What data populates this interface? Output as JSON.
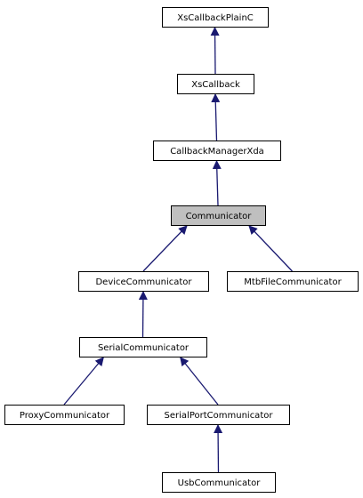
{
  "diagram": {
    "type": "inheritance-graph",
    "colors": {
      "edge": "#191970",
      "node_fill": "#ffffff",
      "node_fill_highlight": "#bfbfbf",
      "node_border": "#000000",
      "text": "#000000"
    },
    "nodes": [
      {
        "id": "xscallbackplainc",
        "label": "XsCallbackPlainC",
        "highlight": false
      },
      {
        "id": "xscallback",
        "label": "XsCallback",
        "highlight": false
      },
      {
        "id": "callbackmanagerxda",
        "label": "CallbackManagerXda",
        "highlight": false
      },
      {
        "id": "communicator",
        "label": "Communicator",
        "highlight": true
      },
      {
        "id": "devicecommunicator",
        "label": "DeviceCommunicator",
        "highlight": false
      },
      {
        "id": "mtbfilecommunicator",
        "label": "MtbFileCommunicator",
        "highlight": false
      },
      {
        "id": "serialcommunicator",
        "label": "SerialCommunicator",
        "highlight": false
      },
      {
        "id": "proxycommunicator",
        "label": "ProxyCommunicator",
        "highlight": false
      },
      {
        "id": "serialportcommunicator",
        "label": "SerialPortCommunicator",
        "highlight": false
      },
      {
        "id": "usbcommunicator",
        "label": "UsbCommunicator",
        "highlight": false
      }
    ],
    "edges": [
      {
        "from": "xscallback",
        "to": "xscallbackplainc"
      },
      {
        "from": "callbackmanagerxda",
        "to": "xscallback"
      },
      {
        "from": "communicator",
        "to": "callbackmanagerxda"
      },
      {
        "from": "devicecommunicator",
        "to": "communicator"
      },
      {
        "from": "mtbfilecommunicator",
        "to": "communicator"
      },
      {
        "from": "serialcommunicator",
        "to": "devicecommunicator"
      },
      {
        "from": "proxycommunicator",
        "to": "serialcommunicator"
      },
      {
        "from": "serialportcommunicator",
        "to": "serialcommunicator"
      },
      {
        "from": "usbcommunicator",
        "to": "serialportcommunicator"
      }
    ]
  }
}
